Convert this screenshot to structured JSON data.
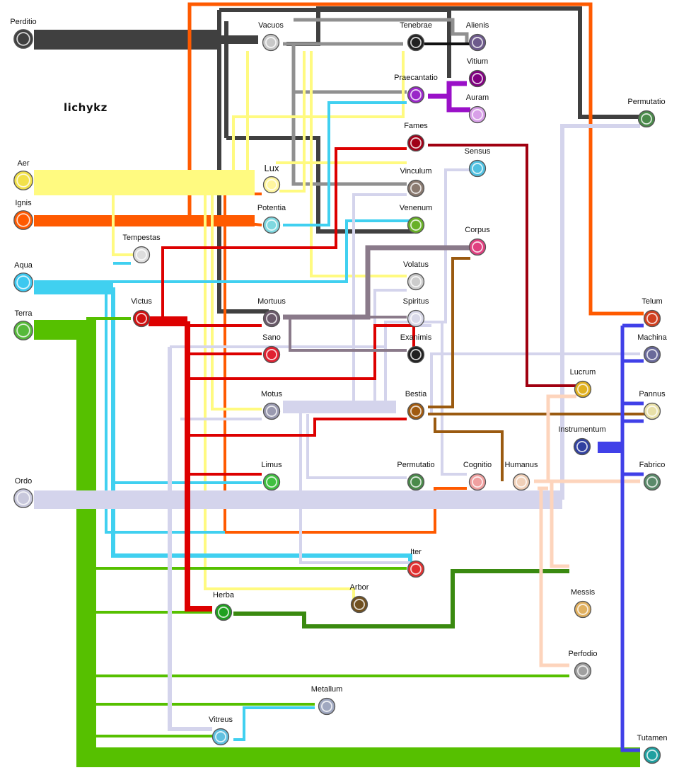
{
  "author": "lichykz",
  "primal_aspects": [
    "Perditio",
    "Aer",
    "Ignis",
    "Aqua",
    "Terra",
    "Ordo"
  ],
  "aspects": [
    {
      "id": "perditio",
      "label": "Perditio",
      "icon": "perditio-bolt-icon",
      "color": "#404040"
    },
    {
      "id": "aer",
      "label": "Aer",
      "icon": "aer-swirl-icon",
      "color": "#f2e14a"
    },
    {
      "id": "ignis",
      "label": "Ignis",
      "icon": "ignis-flame-icon",
      "color": "#ff5a00"
    },
    {
      "id": "aqua",
      "label": "Aqua",
      "icon": "aqua-waves-icon",
      "color": "#3cc8f0"
    },
    {
      "id": "terra",
      "label": "Terra",
      "icon": "terra-earth-icon",
      "color": "#56b93a"
    },
    {
      "id": "ordo",
      "label": "Ordo",
      "icon": "ordo-triangle-icon",
      "color": "#c8c8dc"
    },
    {
      "id": "vacuos",
      "label": "Vacuos",
      "icon": "vacuos-orb-icon",
      "color": "#c8c8c8"
    },
    {
      "id": "tenebrae",
      "label": "Tenebrae",
      "icon": "tenebrae-moon-icon",
      "color": "#222222"
    },
    {
      "id": "alienis",
      "label": "Alienis",
      "icon": "alienis-portal-icon",
      "color": "#6e5a8c"
    },
    {
      "id": "vitium",
      "label": "Vitium",
      "icon": "vitium-blob-icon",
      "color": "#800080"
    },
    {
      "id": "praecantatio",
      "label": "Praecantatio",
      "icon": "praecantatio-wand-icon",
      "color": "#9a28c8"
    },
    {
      "id": "auram",
      "label": "Auram",
      "icon": "auram-star-icon",
      "color": "#d8a0e8"
    },
    {
      "id": "permutatio_top",
      "label": "Permutatio",
      "icon": "permutatio-cycle-icon",
      "color": "#4a8a4a"
    },
    {
      "id": "fames",
      "label": "Fames",
      "icon": "fames-mouth-icon",
      "color": "#a00018"
    },
    {
      "id": "sensus",
      "label": "Sensus",
      "icon": "sensus-face-icon",
      "color": "#50c0e0"
    },
    {
      "id": "lux",
      "label": "Lux",
      "icon": "lux-candle-icon",
      "color": "#fff6a0"
    },
    {
      "id": "vinculum",
      "label": "Vinculum",
      "icon": "vinculum-chain-icon",
      "color": "#8a7a70"
    },
    {
      "id": "potentia",
      "label": "Potentia",
      "icon": "potentia-bolt-icon",
      "color": "#7fd8e0"
    },
    {
      "id": "venenum",
      "label": "Venenum",
      "icon": "venenum-poison-icon",
      "color": "#68b028"
    },
    {
      "id": "corpus",
      "label": "Corpus",
      "icon": "corpus-flesh-icon",
      "color": "#e04080"
    },
    {
      "id": "tempestas",
      "label": "Tempestas",
      "icon": "tempestas-storm-icon",
      "color": "#dddddd"
    },
    {
      "id": "volatus",
      "label": "Volatus",
      "icon": "volatus-feather-icon",
      "color": "#cccccc"
    },
    {
      "id": "victus",
      "label": "Victus",
      "icon": "victus-heart-icon",
      "color": "#d01010"
    },
    {
      "id": "mortuus",
      "label": "Mortuus",
      "icon": "mortuus-skull-icon",
      "color": "#6a5a6a"
    },
    {
      "id": "spiritus",
      "label": "Spiritus",
      "icon": "spiritus-ghost-icon",
      "color": "#d8d8e8"
    },
    {
      "id": "sano",
      "label": "Sano",
      "icon": "sano-potion-icon",
      "color": "#e02030"
    },
    {
      "id": "exanimis",
      "label": "Exanimis",
      "icon": "exanimis-skull-icon",
      "color": "#202020"
    },
    {
      "id": "telum",
      "label": "Telum",
      "icon": "telum-blade-icon",
      "color": "#d04020"
    },
    {
      "id": "machina",
      "label": "Machina",
      "icon": "machina-gear-icon",
      "color": "#6a6a9a"
    },
    {
      "id": "lucrum",
      "label": "Lucrum",
      "icon": "lucrum-gold-icon",
      "color": "#e0b020"
    },
    {
      "id": "motus",
      "label": "Motus",
      "icon": "motus-motion-icon",
      "color": "#9a9ab0"
    },
    {
      "id": "bestia",
      "label": "Bestia",
      "icon": "bestia-claw-icon",
      "color": "#a05a10"
    },
    {
      "id": "pannus",
      "label": "Pannus",
      "icon": "pannus-cloth-icon",
      "color": "#e8e0a8"
    },
    {
      "id": "instrumentum",
      "label": "Instrumentum",
      "icon": "instrumentum-tools-icon",
      "color": "#3040a0"
    },
    {
      "id": "limus",
      "label": "Limus",
      "icon": "limus-slime-icon",
      "color": "#40c040"
    },
    {
      "id": "permutatio_mid",
      "label": "Permutatio",
      "icon": "permutatio-cycle-icon",
      "color": "#4a8a4a"
    },
    {
      "id": "cognitio",
      "label": "Cognitio",
      "icon": "cognitio-brain-icon",
      "color": "#f0a0a0"
    },
    {
      "id": "humanus",
      "label": "Humanus",
      "icon": "humanus-figure-icon",
      "color": "#f0d0b8"
    },
    {
      "id": "fabrico",
      "label": "Fabrico",
      "icon": "fabrico-hammer-icon",
      "color": "#5a8a6a"
    },
    {
      "id": "iter",
      "label": "Iter",
      "icon": "iter-path-icon",
      "color": "#e03030"
    },
    {
      "id": "messis",
      "label": "Messis",
      "icon": "messis-wheat-icon",
      "color": "#e0b060"
    },
    {
      "id": "arbor",
      "label": "Arbor",
      "icon": "arbor-tree-icon",
      "color": "#705020"
    },
    {
      "id": "herba",
      "label": "Herba",
      "icon": "herba-leaf-icon",
      "color": "#20a020"
    },
    {
      "id": "perfodio",
      "label": "Perfodio",
      "icon": "perfodio-pick-icon",
      "color": "#a0a0a0"
    },
    {
      "id": "metallum",
      "label": "Metallum",
      "icon": "metallum-ingot-icon",
      "color": "#a0a8c0"
    },
    {
      "id": "vitreus",
      "label": "Vitreus",
      "icon": "vitreus-crystal-icon",
      "color": "#60c0e0"
    },
    {
      "id": "tutamen",
      "label": "Tutamen",
      "icon": "tutamen-armor-icon",
      "color": "#20a0a0"
    }
  ]
}
